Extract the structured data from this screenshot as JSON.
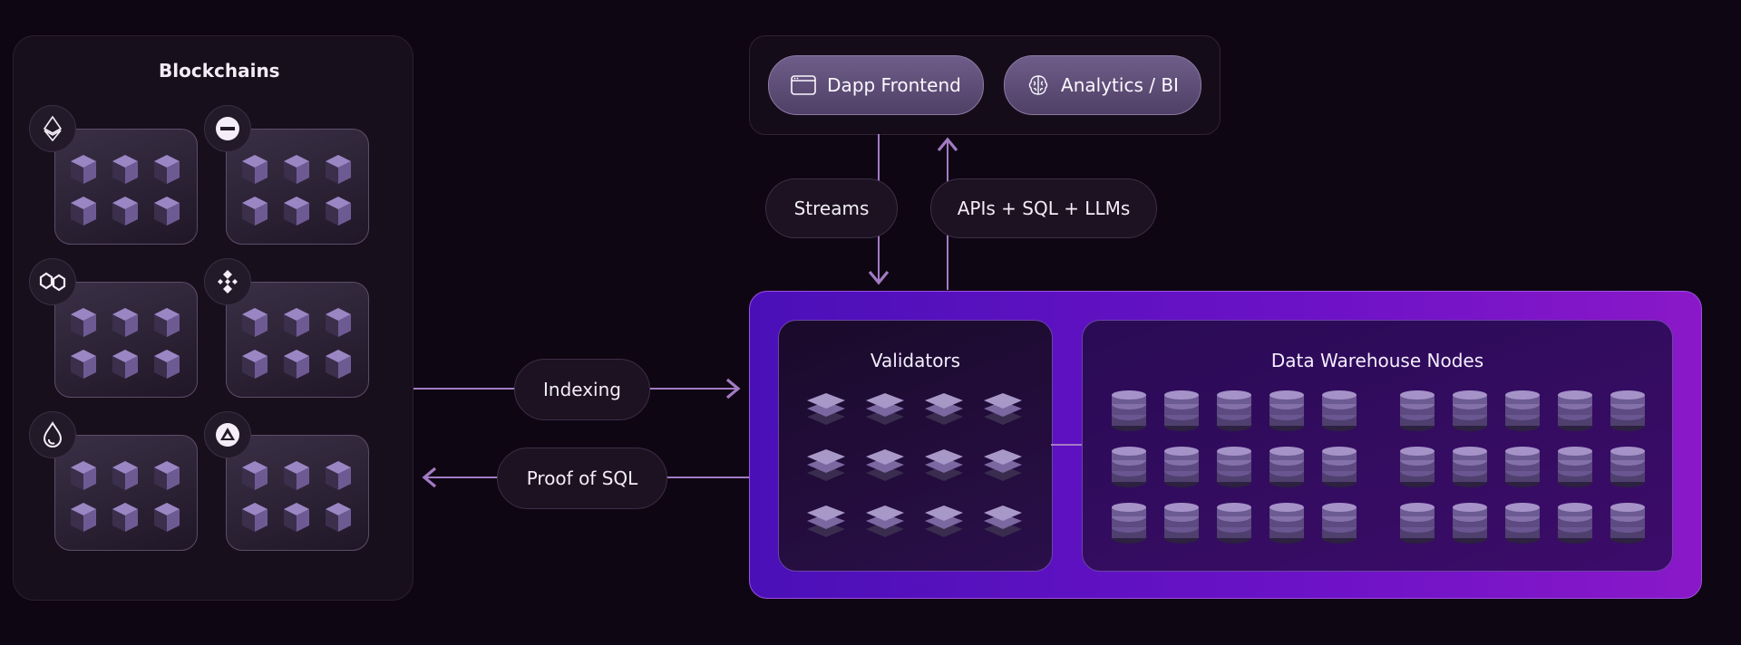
{
  "blockchains": {
    "title": "Blockchains",
    "chains": [
      {
        "icon": "ethereum-icon"
      },
      {
        "icon": "minus-circle-chain-icon"
      },
      {
        "icon": "polygon-icon"
      },
      {
        "icon": "bnb-icon"
      },
      {
        "icon": "drop-chain-icon"
      },
      {
        "icon": "avalanche-icon"
      }
    ]
  },
  "apps": {
    "dapp_frontend": {
      "label": "Dapp Frontend",
      "icon": "browser-window-icon"
    },
    "analytics": {
      "label": "Analytics / BI",
      "icon": "brain-icon"
    }
  },
  "flows": {
    "streams": "Streams",
    "apis": "APIs + SQL + LLMs",
    "indexing": "Indexing",
    "proof": "Proof of SQL"
  },
  "network": {
    "validators": {
      "title": "Validators"
    },
    "warehouse": {
      "title": "Data Warehouse Nodes"
    }
  },
  "colors": {
    "background": "#0f0613",
    "accent_purple": "#6d12c7",
    "arrow": "#a27bc4"
  }
}
